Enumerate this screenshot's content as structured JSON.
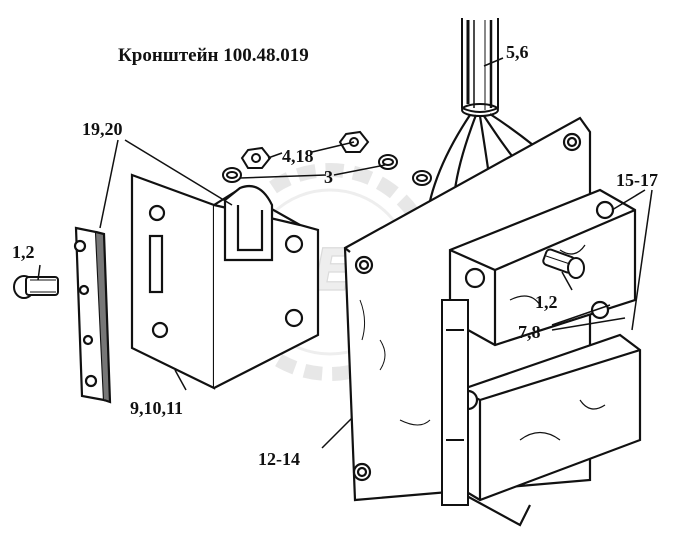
{
  "title": "Кронштейн 100.48.019",
  "watermark": "DEZ",
  "labels": {
    "l_5_6": "5,6",
    "l_19_20": "19,20",
    "l_4_18": "4,18",
    "l_3": "3",
    "l_15_17": "15-17",
    "l_1_2_left": "1,2",
    "l_1_2_right": "1,2",
    "l_7_8": "7,8",
    "l_9_10_11": "9,10,11",
    "l_12_14": "12-14"
  },
  "colors": {
    "ink": "#111111",
    "watermark": "#c9c9c9"
  }
}
